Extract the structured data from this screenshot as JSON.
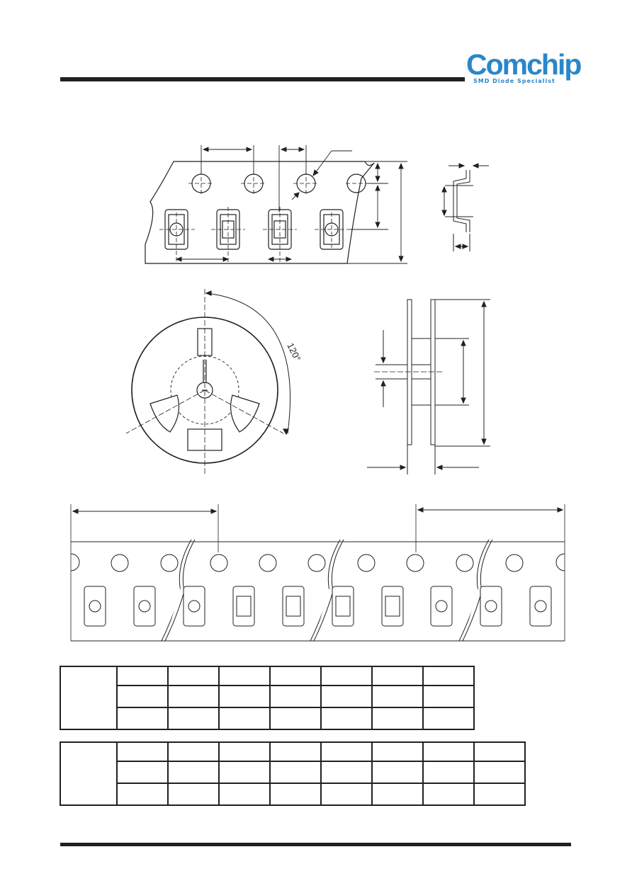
{
  "header": {
    "logo_text": "Comchip",
    "logo_tagline": "SMD Diode Specialist",
    "brand_color": "#2a87c9",
    "rule_color": "#231f20"
  },
  "reel_diagram": {
    "angle_label": "120°"
  },
  "table_upper": {
    "rows": 3,
    "columns": 8
  },
  "table_lower": {
    "rows": 3,
    "columns": 9
  }
}
